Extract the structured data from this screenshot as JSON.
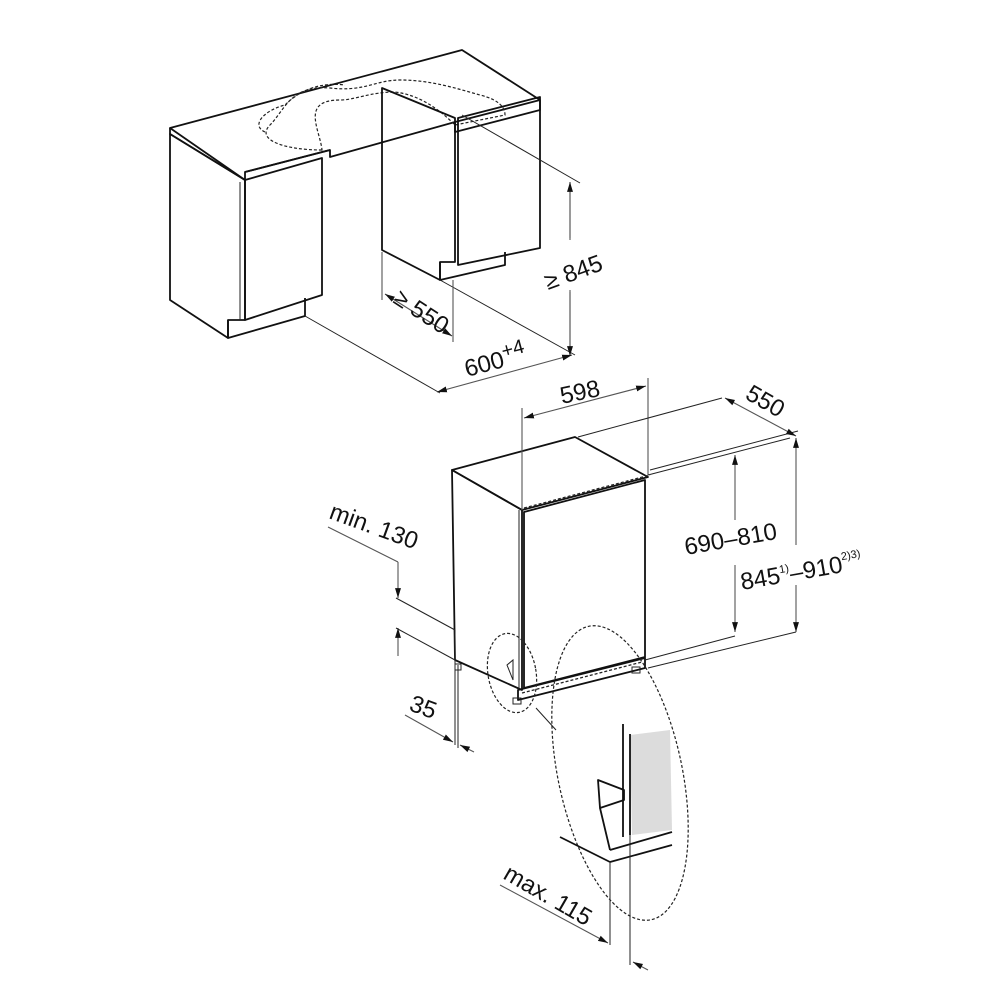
{
  "diagram": {
    "type": "dishwasher installation dimension drawing",
    "units": "mm",
    "colors": {
      "background": "#ffffff",
      "line": "#111111",
      "worktop": "#dcdcdc",
      "cabinet_side": "#f4f4f4",
      "cabinet_front": "#efefef",
      "door_panel": "#dedede",
      "appliance_top": "#f0f0f0"
    },
    "niche": {
      "depth_label": "≥ 550",
      "height_label": "≥ 845",
      "width_label": "600",
      "width_tolerance": "+4"
    },
    "appliance": {
      "width_label": "598",
      "depth_label": "550",
      "door_height_label": "690–810",
      "total_height_label": "845",
      "total_height_sup1": "1)",
      "total_height_sep": "–910",
      "total_height_sup2": "2)3)"
    },
    "plinth": {
      "min_height_label": "min. 130",
      "setback_label": "35"
    },
    "detail": {
      "max_label": "max. 115"
    }
  }
}
